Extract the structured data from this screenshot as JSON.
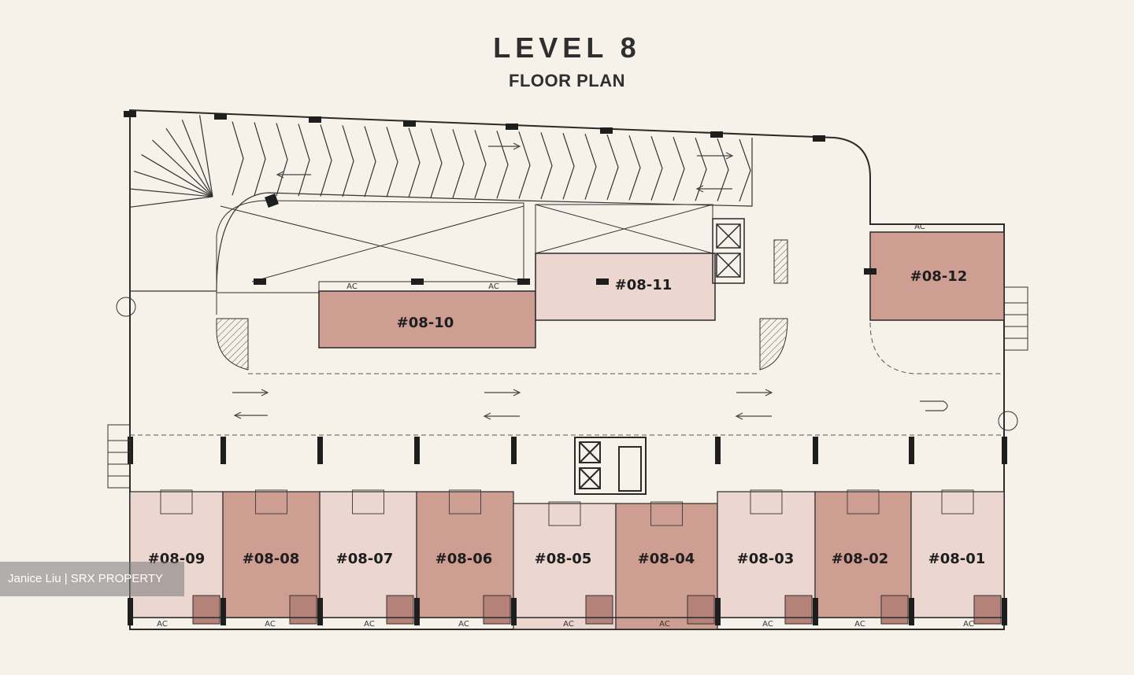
{
  "header": {
    "title": "LEVEL 8",
    "subtitle": "FLOOR PLAN"
  },
  "watermark": "Janice Liu | SRX PROPERTY",
  "ac_label": "AC",
  "colors": {
    "background": "#f6f2ea",
    "unit_light": "#ebd6d0",
    "unit_dark": "#cf9e93",
    "line": "#2a2a2a"
  },
  "units": [
    {
      "id": "#08-01",
      "shade": "light"
    },
    {
      "id": "#08-02",
      "shade": "dark"
    },
    {
      "id": "#08-03",
      "shade": "light"
    },
    {
      "id": "#08-04",
      "shade": "dark"
    },
    {
      "id": "#08-05",
      "shade": "light"
    },
    {
      "id": "#08-06",
      "shade": "dark"
    },
    {
      "id": "#08-07",
      "shade": "light"
    },
    {
      "id": "#08-08",
      "shade": "dark"
    },
    {
      "id": "#08-09",
      "shade": "light"
    },
    {
      "id": "#08-10",
      "shade": "dark"
    },
    {
      "id": "#08-11",
      "shade": "light"
    },
    {
      "id": "#08-12",
      "shade": "dark"
    }
  ]
}
